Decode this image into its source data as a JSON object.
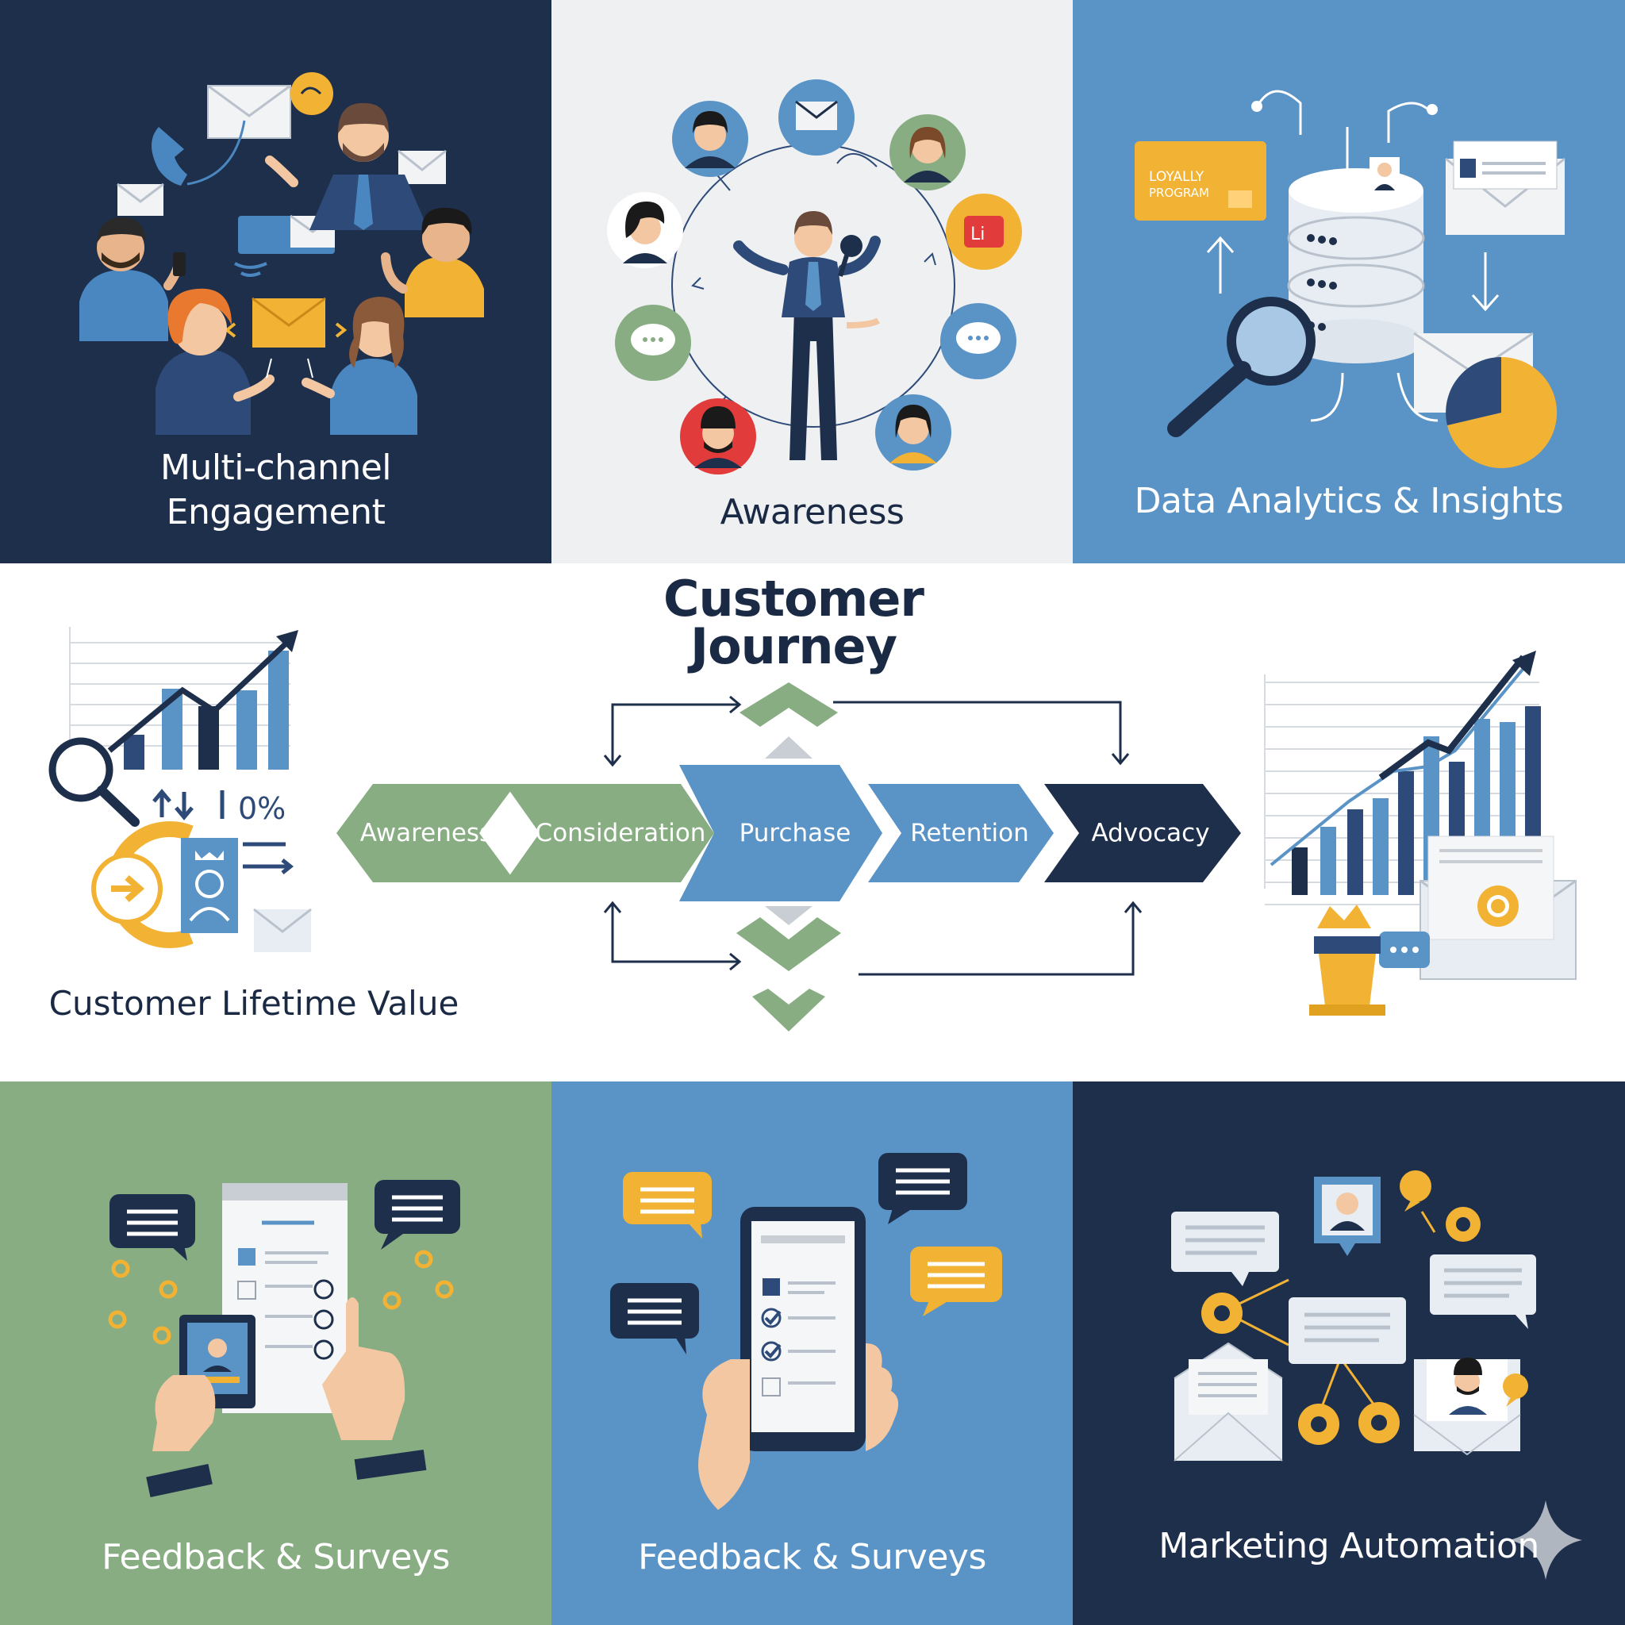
{
  "top_panels": [
    {
      "label_line1": "Multi-channel",
      "label_line2": "Engagement",
      "bg": "#1e2f4c"
    },
    {
      "label": "Awareness",
      "bg": "#eef0f2"
    },
    {
      "label": "Data Analytics & Insights",
      "bg": "#5a93c6"
    }
  ],
  "center": {
    "title_line1": "Customer",
    "title_line2": "Journey",
    "stages": [
      "Awareness",
      "Consideration",
      "Purchase",
      "Retention",
      "Advocacy"
    ],
    "left_label": "Customer Lifetime Value",
    "icon_text_percent": "0%",
    "loyalty_card_line1": "LOYALLY",
    "loyalty_card_line2": "PROGRAM"
  },
  "bottom_panels": [
    {
      "label": "Feedback & Surveys",
      "bg": "#88ad82"
    },
    {
      "label": "Feedback & Surveys",
      "bg": "#5a93c6"
    },
    {
      "label": "Marketing Automation",
      "bg": "#1e2f4c"
    }
  ],
  "colors": {
    "navy": "#1e2f4c",
    "blue": "#5a93c6",
    "green": "#88ad82",
    "yellow": "#f2b233",
    "light_gray": "#eef0f2"
  },
  "icons": [
    "email-icon",
    "phone-icon",
    "chat-icon",
    "database-icon",
    "magnifier-icon",
    "pie-chart-icon",
    "bar-chart-icon",
    "gear-icon",
    "smartphone-icon",
    "checklist-icon",
    "trophy-icon",
    "sparkle-icon"
  ]
}
